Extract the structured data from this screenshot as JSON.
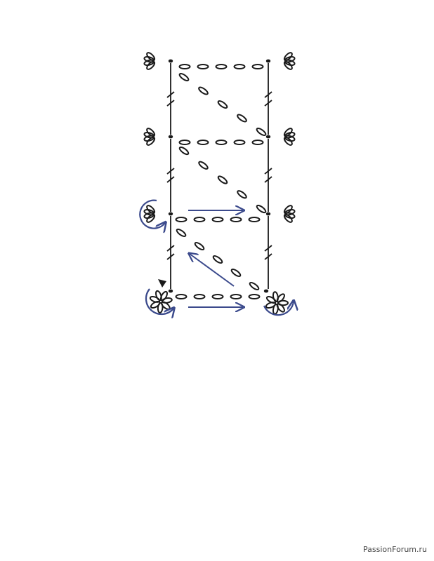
{
  "watermark": "PassionForum.ru",
  "colors": {
    "stitch": "#1a1a1a",
    "arrow": "#3b4a8c",
    "background": "#ffffff"
  },
  "diagram": {
    "type": "crochet-stitch-chart",
    "rows": 4,
    "symbols": [
      "chain-stitch",
      "slip-stitch",
      "double-crochet",
      "chain-ring-petal",
      "start-marker",
      "direction-arrow"
    ]
  }
}
